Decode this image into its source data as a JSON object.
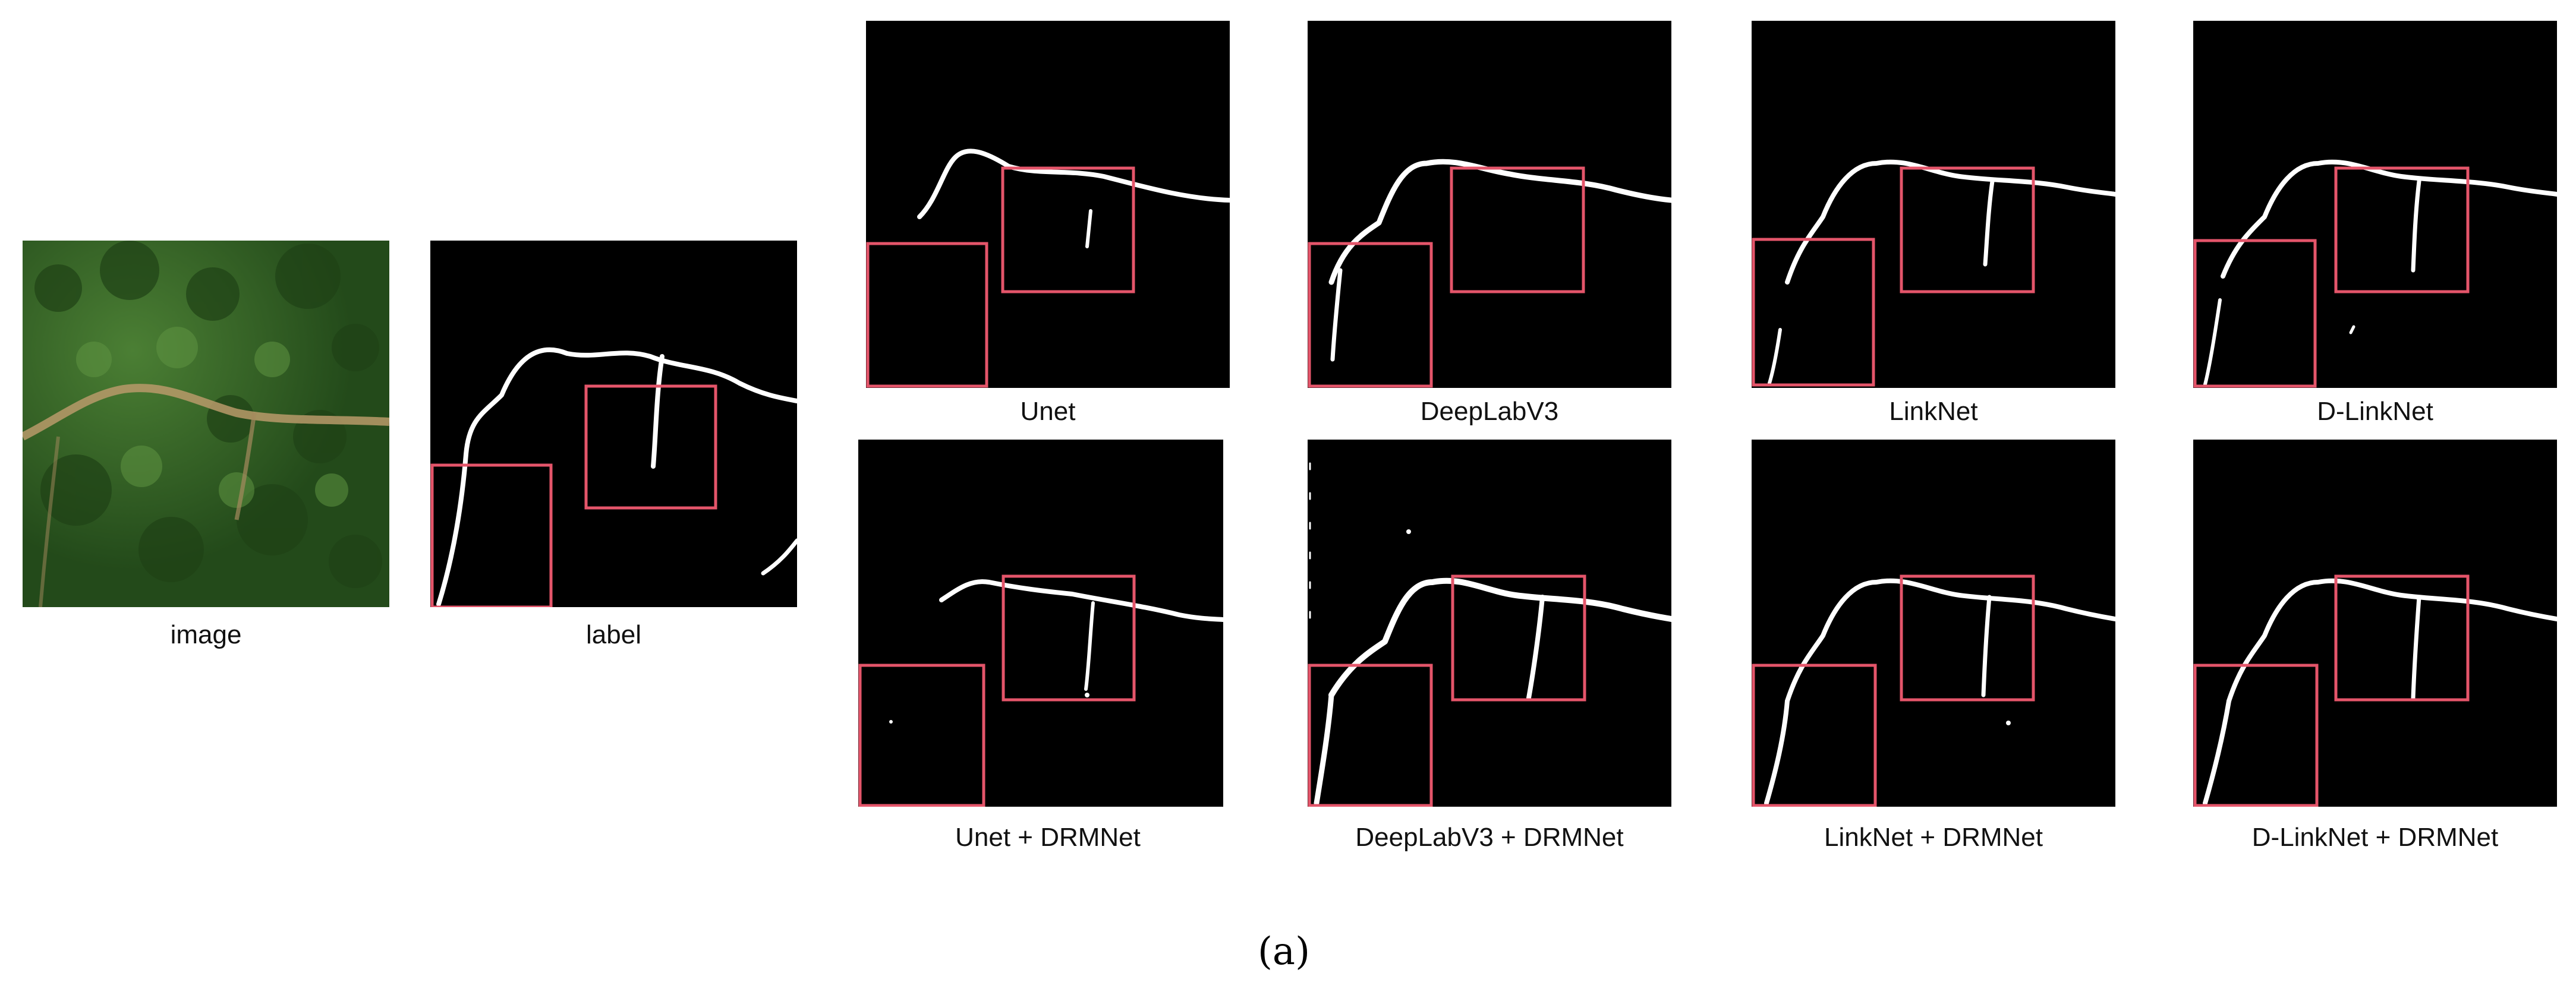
{
  "figure": {
    "inputs": {
      "image_caption": "image",
      "label_caption": "label"
    },
    "top_row": [
      "Unet",
      "DeepLabV3",
      "LinkNet",
      "D-LinkNet"
    ],
    "bottom_row": [
      "Unet + DRMNet",
      "DeepLabV3 + DRMNet",
      "LinkNet + DRMNet",
      "D-LinkNet + DRMNet"
    ],
    "subfigure_label": "(a)",
    "highlight_color": "#e4556a"
  }
}
